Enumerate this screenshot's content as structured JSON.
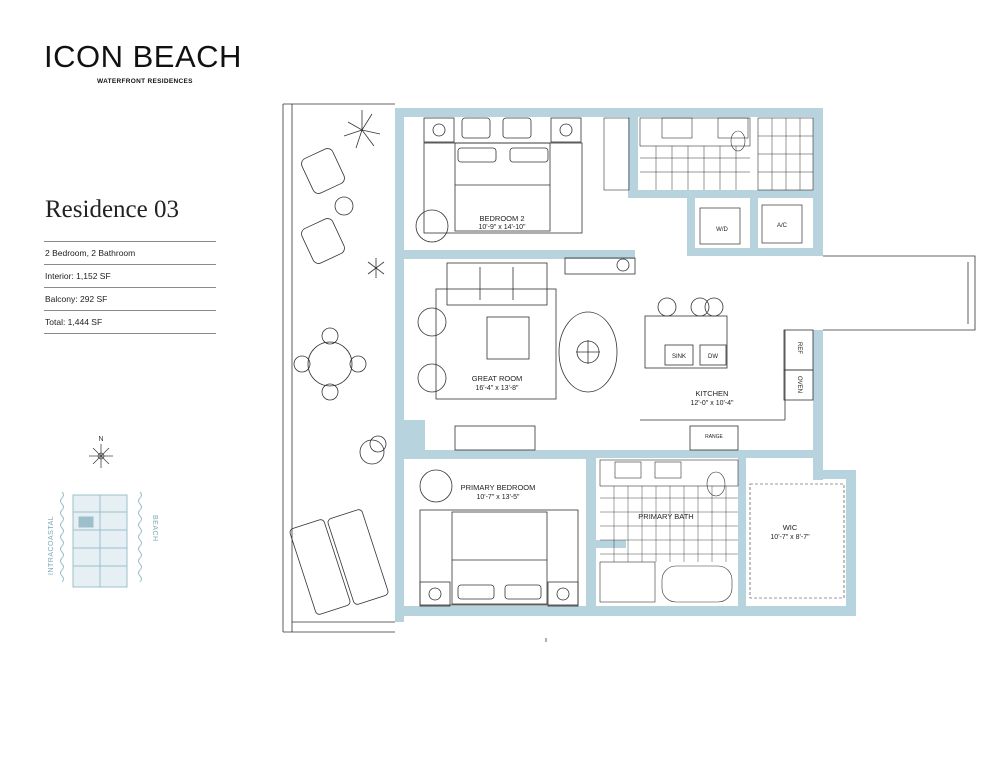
{
  "brand": {
    "name": "ICON BEACH",
    "tagline": "WATERFRONT RESIDENCES"
  },
  "residence": {
    "title": "Residence 03",
    "specs": [
      "2 Bedroom, 2 Bathroom",
      "Interior: 1,152 SF",
      "Balcony: 292 SF",
      "Total: 1,444 SF"
    ]
  },
  "rooms": {
    "bedroom2": {
      "name": "BEDROOM 2",
      "dims": "10'-9\" x 14'-10\""
    },
    "great_room": {
      "name": "GREAT ROOM",
      "dims": "16'-4\" x 13'-8\""
    },
    "kitchen": {
      "name": "KITCHEN",
      "dims": "12'-0\" x 10'-4\""
    },
    "primary_bedroom": {
      "name": "PRIMARY BEDROOM",
      "dims": "10'-7\" x 13'-5\""
    },
    "primary_bath": {
      "name": "PRIMARY BATH"
    },
    "wic": {
      "name": "WIC",
      "dims": "10'-7\" x 8'-7\""
    }
  },
  "fixtures": {
    "wd": "W/D",
    "ac": "A/C",
    "sink": "SINK",
    "dw": "DW",
    "ref": "REF",
    "oven": "OVEN",
    "range": "RANGE"
  },
  "key_plan": {
    "north": "N",
    "left_label": "INTRACOASTAL",
    "right_label": "BEACH"
  },
  "colors": {
    "wall": "#b7d3dd",
    "line": "#2a2a2a",
    "text": "#1a1a1a"
  }
}
